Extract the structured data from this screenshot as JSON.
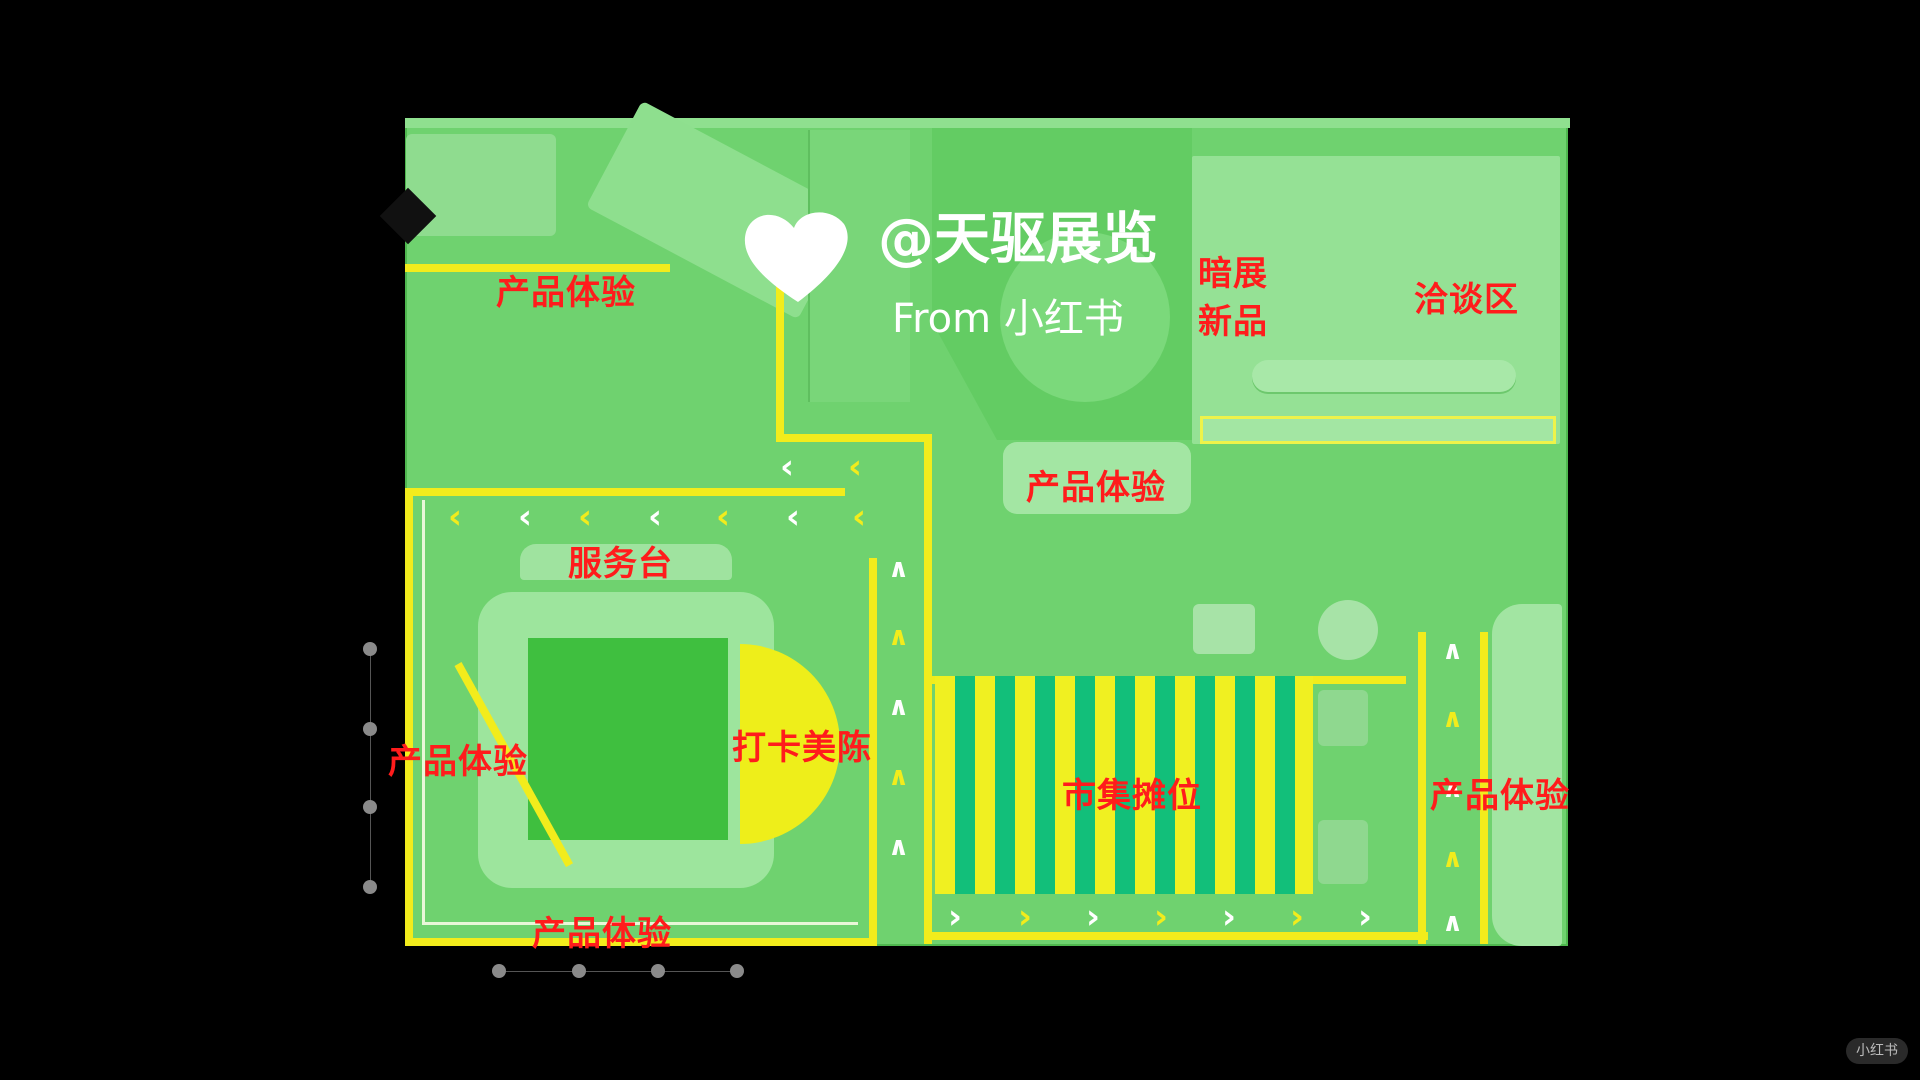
{
  "watermark": {
    "brand": "@天驱展览",
    "source": "From 小红书"
  },
  "zones": {
    "product_top": "产品体验",
    "dark_show": "暗展",
    "new_product": "新品",
    "negotiation": "洽谈区",
    "product_center": "产品体验",
    "service_desk": "服务台",
    "photo_display": "打卡美陈",
    "product_left": "产品体验",
    "market_stall": "市集摊位",
    "product_right": "产品体验",
    "product_bottom": "产品体验"
  },
  "corner_badge": "小红书",
  "colors": {
    "floor": "#6fd26f",
    "path": "#f2ec1c",
    "label": "#ff1c1c",
    "stripe": "#12bf7a"
  }
}
